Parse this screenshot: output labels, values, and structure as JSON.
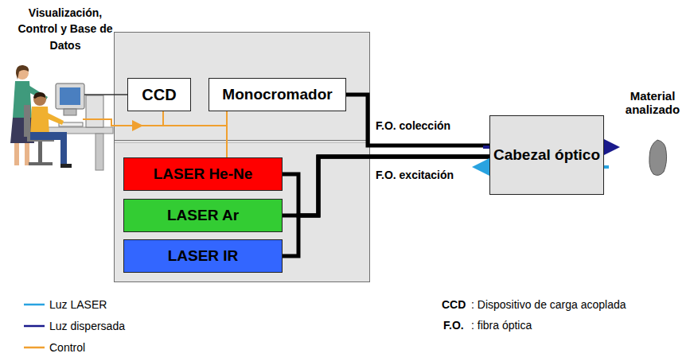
{
  "diagram": {
    "nodes": [
      {
        "text": [
          "CCD"
        ]
      },
      {
        "text": [
          "Monocromador"
        ]
      },
      {
        "text": [
          "LASER He-Ne"
        ]
      },
      {
        "text": [
          "LASER Ar"
        ]
      },
      {
        "text": [
          "LASER IR"
        ]
      },
      {
        "text": [
          "Cabezal óptico"
        ]
      },
      {
        "text": [
          "Material analizado"
        ]
      }
    ],
    "edges": [
      {
        "from": 1,
        "to": 5,
        "arrow": "none",
        "label": "F.O. colección"
      },
      {
        "from": 2,
        "to": 5,
        "arrow": "none",
        "label": "F.O. excitación"
      },
      {
        "from": 3,
        "to": 5,
        "arrow": "none"
      },
      {
        "from": 4,
        "to": 5,
        "arrow": "none"
      },
      {
        "from": 5,
        "to": 6,
        "arrow": "to"
      },
      {
        "from": 6,
        "to": 5,
        "arrow": "to"
      }
    ],
    "labels": [
      "Visualización, Control y Base de Datos",
      "CCD",
      ": Dispositivo de carga acoplada",
      "F.O.",
      ": fibra óptica"
    ],
    "legend": [
      {
        "text": "Luz LASER"
      },
      {
        "text": "Luz dispersada"
      },
      {
        "text": "Control"
      }
    ]
  }
}
